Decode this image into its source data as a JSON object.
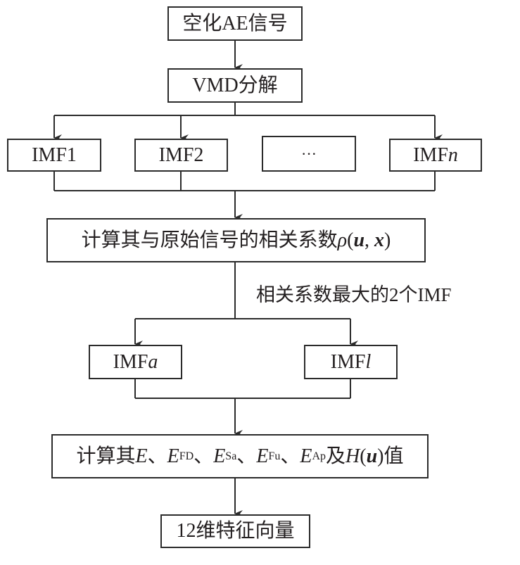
{
  "diagram": {
    "nodes": {
      "input_signal": "空化AE信号",
      "vmd": "VMD分解",
      "imf1": "IMF1",
      "imf2": "IMF2",
      "imf_ellipsis": "···",
      "imfn": {
        "prefix": "IMF",
        "var": "n"
      },
      "correlation": {
        "text": "计算其与原始信号的相关系数",
        "rho": "ρ",
        "open": "(",
        "u": "u",
        "comma": ", ",
        "x": "x",
        "close": ")"
      },
      "imfa": {
        "prefix": "IMF",
        "var": "a"
      },
      "imfl": {
        "prefix": "IMF",
        "var": "l"
      },
      "features": {
        "prefix": "计算其",
        "e": "E",
        "sep": "、",
        "e_fd_sub": "FD",
        "e_sa_sub": "Sa",
        "e_fu_sub": "Fu",
        "e_ap_sub": "Ap",
        "and": "及",
        "h": "H",
        "open": "(",
        "u": "u",
        "close": ")",
        "suffix": "值"
      },
      "output": "12维特征向量"
    },
    "edge_labels": {
      "top2": "相关系数最大的2个IMF"
    }
  }
}
